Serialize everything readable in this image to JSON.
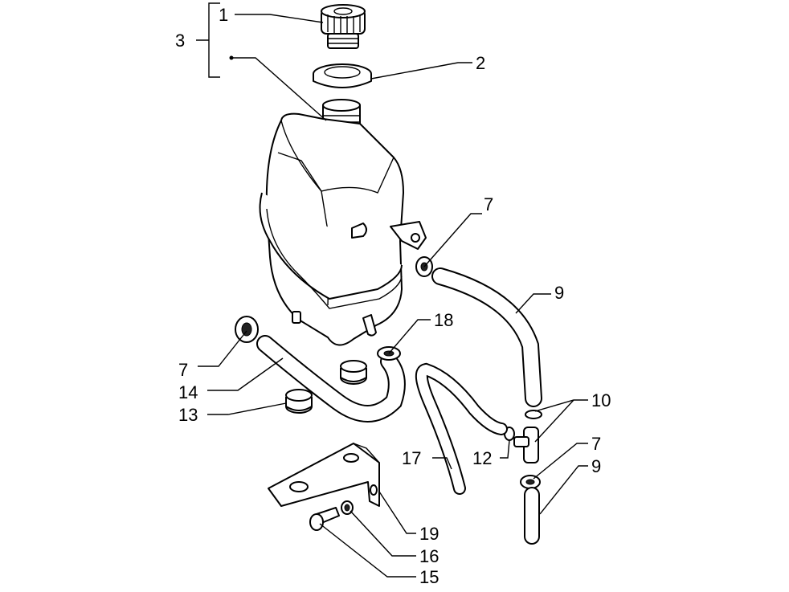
{
  "diagram": {
    "labels": {
      "l1": "1",
      "l2": "2",
      "l3": "3",
      "l7a": "7",
      "l7b": "7",
      "l7c": "7",
      "l9a": "9",
      "l9b": "9",
      "l10": "10",
      "l12": "12",
      "l13": "13",
      "l14": "14",
      "l15": "15",
      "l16": "16",
      "l17": "17",
      "l18": "18",
      "l19": "19"
    }
  }
}
